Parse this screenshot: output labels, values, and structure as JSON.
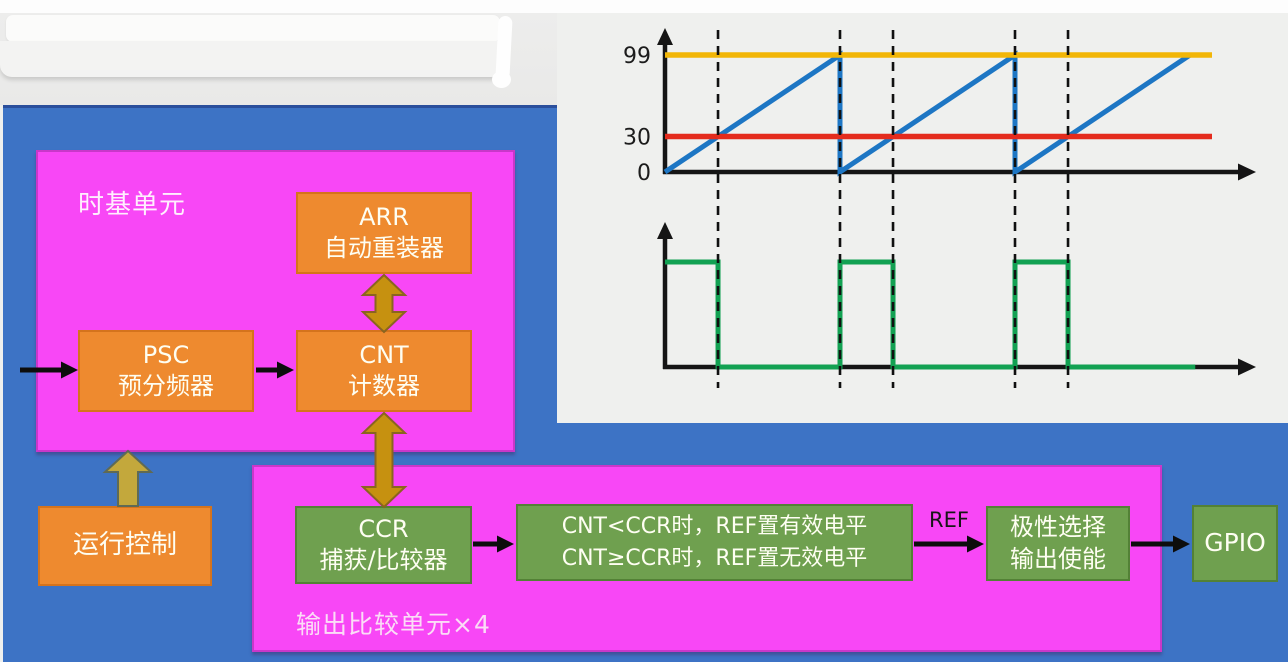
{
  "diagram": {
    "timebase_unit": {
      "title": "时基单元"
    },
    "output_compare_unit": {
      "title": "输出比较单元×4"
    },
    "blocks": {
      "arr": {
        "abbr": "ARR",
        "name": "自动重装器"
      },
      "psc": {
        "abbr": "PSC",
        "name": "预分频器"
      },
      "cnt": {
        "abbr": "CNT",
        "name": "计数器"
      },
      "run_control": {
        "label": "运行控制"
      },
      "ccr": {
        "abbr": "CCR",
        "name": "捕获/比较器"
      },
      "compare_rule": {
        "line1": "CNT<CCR时，REF置有效电平",
        "line2": "CNT≥CCR时，REF置无效电平"
      },
      "polarity": {
        "line1": "极性选择",
        "line2": "输出使能"
      },
      "gpio": {
        "label": "GPIO"
      }
    },
    "ref_label": "REF",
    "colors": {
      "panel_blue": "#3d73c5",
      "unit_magenta": "#f847f6",
      "block_orange": "#ee8a2f",
      "block_green": "#6fa04f",
      "arrow_gold": "#c69110",
      "arrow_olive": "#c3a83c"
    }
  },
  "chart_data": [
    {
      "type": "line",
      "title": "CNT counter sawtooth with ARR and CCR thresholds",
      "xlabel": "",
      "ylabel": "",
      "x_range": [
        0,
        312
      ],
      "y_range": [
        0,
        110
      ],
      "grid": false,
      "y_ticks": [
        {
          "label": "99",
          "value": 99
        },
        {
          "label": "30",
          "value": 30
        },
        {
          "label": "0",
          "value": 0
        }
      ],
      "ref_lines": [
        {
          "name": "ARR",
          "value": 99,
          "color": "#f2b607"
        },
        {
          "name": "CCR",
          "value": 30,
          "color": "#e42b1d"
        }
      ],
      "series": [
        {
          "name": "CNT",
          "color": "#1d76c4",
          "points": [
            [
              0,
              0
            ],
            [
              100,
              99
            ],
            [
              100,
              0
            ],
            [
              200,
              99
            ],
            [
              200,
              0
            ],
            [
              300,
              99
            ]
          ]
        }
      ],
      "dashed_x": [
        30.3,
        100,
        130.3,
        200,
        230.3
      ]
    },
    {
      "type": "line",
      "title": "REF output waveform",
      "xlabel": "",
      "ylabel": "",
      "x_range": [
        0,
        312
      ],
      "y_range": [
        0,
        1.4
      ],
      "grid": false,
      "series": [
        {
          "name": "REF",
          "color": "#12a152",
          "points": [
            [
              0,
              1
            ],
            [
              30.3,
              1
            ],
            [
              30.3,
              0
            ],
            [
              100,
              0
            ],
            [
              100,
              1
            ],
            [
              130.3,
              1
            ],
            [
              130.3,
              0
            ],
            [
              200,
              0
            ],
            [
              200,
              1
            ],
            [
              230.3,
              1
            ],
            [
              230.3,
              0
            ],
            [
              303,
              0
            ]
          ]
        }
      ]
    }
  ]
}
